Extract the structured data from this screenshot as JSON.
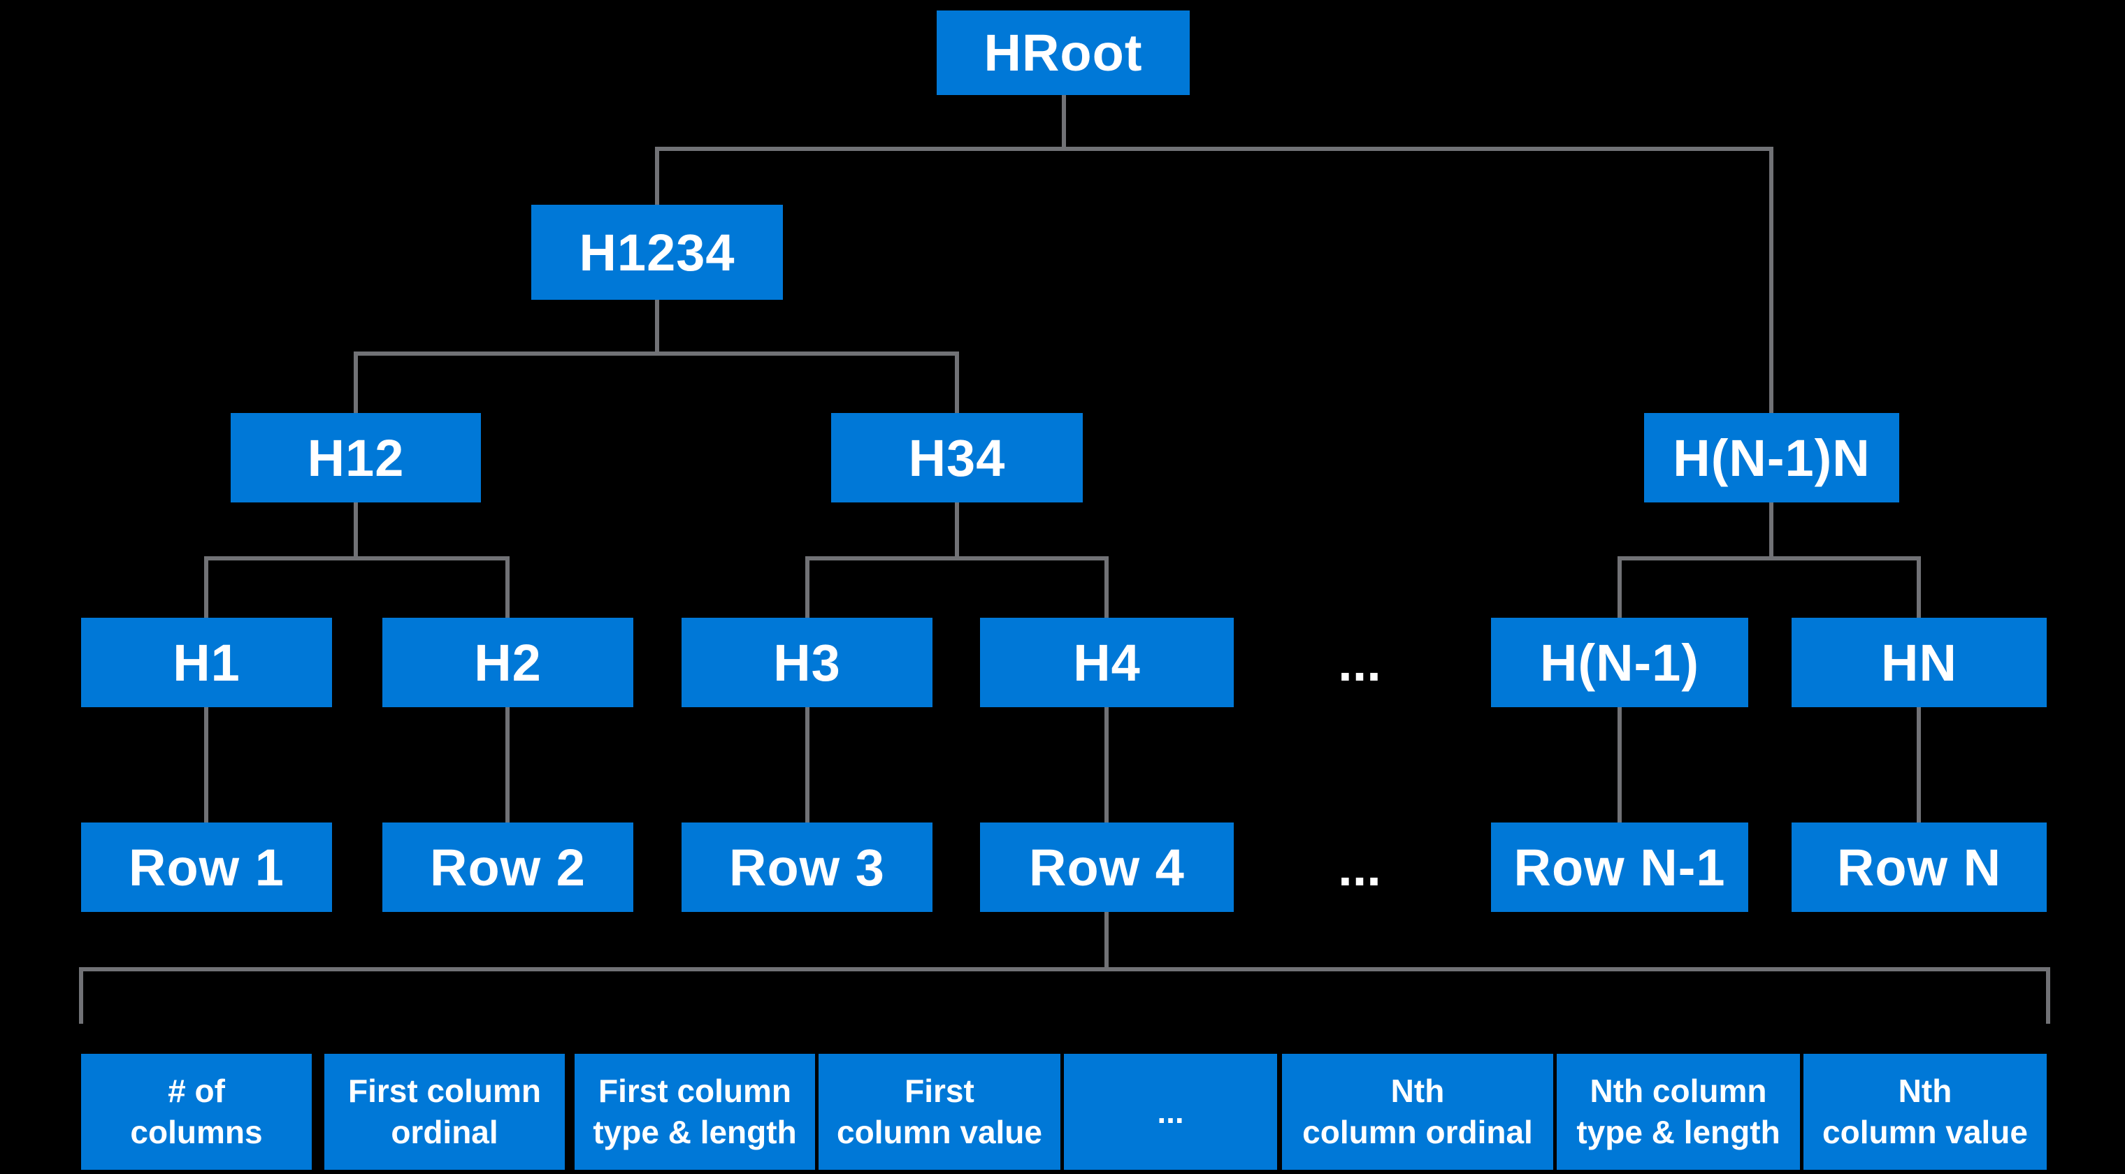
{
  "colors": {
    "background": "#000000",
    "node_fill": "#0078D7",
    "node_text": "#FFFFFF",
    "connector": "#717276"
  },
  "tree": {
    "root": {
      "label": "HRoot"
    },
    "level2": [
      {
        "label": "H1234"
      }
    ],
    "level3": [
      {
        "label": "H12"
      },
      {
        "label": "H34"
      },
      {
        "label": "H(N-1)N"
      }
    ],
    "level4": [
      {
        "label": "H1"
      },
      {
        "label": "H2"
      },
      {
        "label": "H3"
      },
      {
        "label": "H4"
      },
      {
        "label": "..."
      },
      {
        "label": "H(N-1)"
      },
      {
        "label": "HN"
      }
    ],
    "level5": [
      {
        "label": "Row 1"
      },
      {
        "label": "Row 2"
      },
      {
        "label": "Row 3"
      },
      {
        "label": "Row 4"
      },
      {
        "label": "..."
      },
      {
        "label": "Row N-1"
      },
      {
        "label": "Row N"
      }
    ],
    "record_fields": [
      {
        "label": "# of\ncolumns"
      },
      {
        "label": "First column\nordinal"
      },
      {
        "label": "First column\ntype & length"
      },
      {
        "label": "First\ncolumn value"
      },
      {
        "label": "..."
      },
      {
        "label": "Nth\ncolumn ordinal"
      },
      {
        "label": "Nth column\ntype & length"
      },
      {
        "label": "Nth\ncolumn value"
      }
    ]
  }
}
